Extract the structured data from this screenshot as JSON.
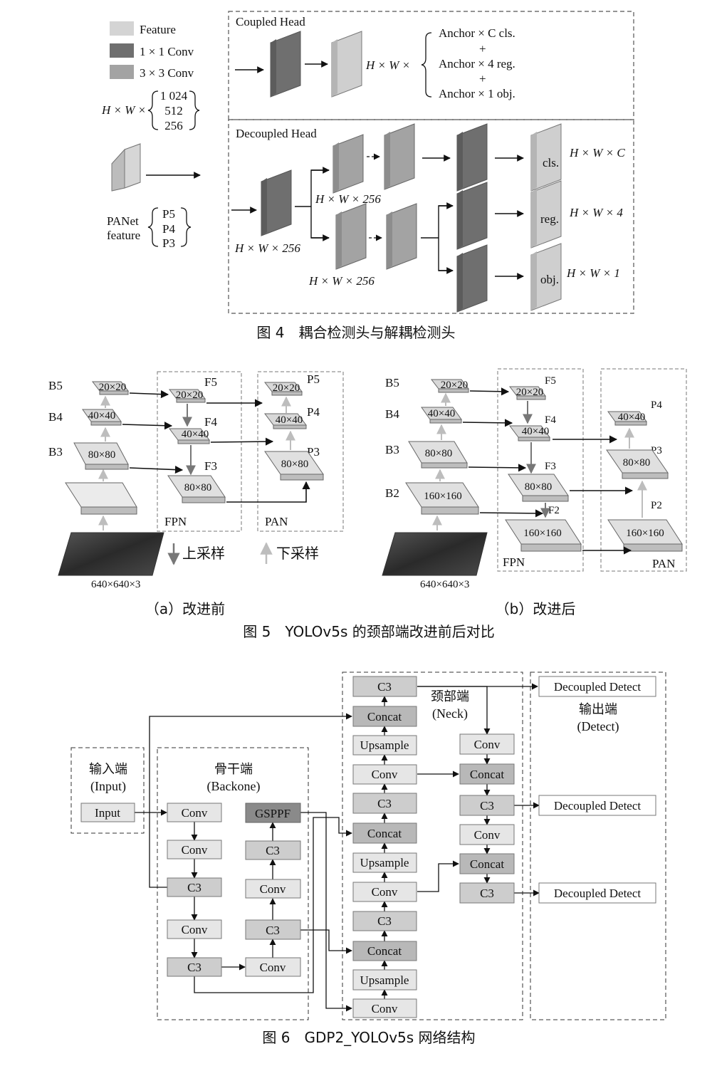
{
  "fig4": {
    "legend": {
      "feature": "Feature",
      "conv1": "1 × 1 Conv",
      "conv3": "3 × 3 Conv"
    },
    "input_dims": {
      "prefix": "H × W ×",
      "values": [
        "1 024",
        "512",
        "256"
      ]
    },
    "panet": {
      "label1": "PANet",
      "label2": "feature",
      "levels": [
        "P5",
        "P4",
        "P3"
      ]
    },
    "coupled": {
      "title": "Coupled Head",
      "prefix": "H × W ×",
      "outputs": [
        "Anchor × C  cls.",
        "+",
        "Anchor × 4  reg.",
        "+",
        "Anchor × 1  obj."
      ]
    },
    "decoupled": {
      "title": "Decoupled Head",
      "stem_dims": "H × W × 256",
      "branch_top_dims": "H × W × 256",
      "branch_bottom_dims": "H × W × 256",
      "outputs": [
        {
          "label": "cls.",
          "dims": "H × W × C"
        },
        {
          "label": "reg.",
          "dims": "H × W × 4"
        },
        {
          "label": "obj.",
          "dims": "H × W × 1"
        }
      ]
    },
    "caption": "图 4　耦合检测头与解耦检测头"
  },
  "fig5": {
    "a": {
      "backbone": [
        "B5",
        "B4",
        "B3"
      ],
      "sizes": {
        "b5": "20×20",
        "b4": "40×40",
        "b3": "80×80",
        "f5": "20×20",
        "f4": "40×40",
        "f3": "80×80",
        "p5": "20×20",
        "p4": "40×40",
        "p3": "80×80"
      },
      "fpn_labels": [
        "F5",
        "F4",
        "F3"
      ],
      "pan_labels": [
        "P5",
        "P4",
        "P3"
      ],
      "fpn": "FPN",
      "pan": "PAN",
      "input": "640×640×3",
      "subcaption": "（a）改进前"
    },
    "b": {
      "backbone": [
        "B5",
        "B4",
        "B3",
        "B2"
      ],
      "sizes": {
        "b5": "20×20",
        "b4": "40×40",
        "b3": "80×80",
        "b2": "160×160",
        "f5": "20×20",
        "f4": "40×40",
        "f3": "80×80",
        "f2": "160×160",
        "p4": "40×40",
        "p3": "80×80",
        "p2": "160×160"
      },
      "fpn_labels": [
        "F5",
        "F4",
        "F3",
        "F2"
      ],
      "pan_labels": [
        "P4",
        "P3",
        "P2"
      ],
      "fpn": "FPN",
      "pan": "PAN",
      "input": "640×640×3",
      "subcaption": "（b）改进后"
    },
    "legend": {
      "up": "上采样",
      "down": "下采样"
    },
    "caption": "图 5　YOLOv5s 的颈部端改进前后对比"
  },
  "fig6": {
    "input": {
      "title1": "输入端",
      "title2": "(Input)",
      "box": "Input"
    },
    "backbone": {
      "title1": "骨干端",
      "title2": "(Backone)",
      "left": [
        "Conv",
        "Conv",
        "C3",
        "Conv",
        "C3"
      ],
      "right": [
        "GSPPF",
        "C3",
        "Conv",
        "C3",
        "Conv"
      ]
    },
    "neck": {
      "title1": "颈部端",
      "title2": "(Neck)",
      "col1": [
        "C3",
        "Concat",
        "Upsample",
        "Conv",
        "C3",
        "Concat",
        "Upsample",
        "Conv",
        "C3",
        "Concat",
        "Upsample",
        "Conv"
      ],
      "col2": [
        "Conv",
        "Concat",
        "C3",
        "Conv",
        "Concat",
        "C3"
      ]
    },
    "detect": {
      "title1": "输出端",
      "title2": "(Detect)",
      "boxes": [
        "Decoupled Detect",
        "Decoupled Detect",
        "Decoupled Detect"
      ]
    },
    "caption": "图 6　GDP2_YOLOv5s 网络结构"
  },
  "colors": {
    "dark_block": "#6f6f6f",
    "mid_block": "#9a9a9a",
    "light_block": "#cfcfcf",
    "box_light": "#e6e6e6",
    "box_mid": "#cdcdcd",
    "box_dark": "#8a8a8a",
    "arrow_light": "#bdbdbd",
    "arrow_dark": "#777777"
  }
}
